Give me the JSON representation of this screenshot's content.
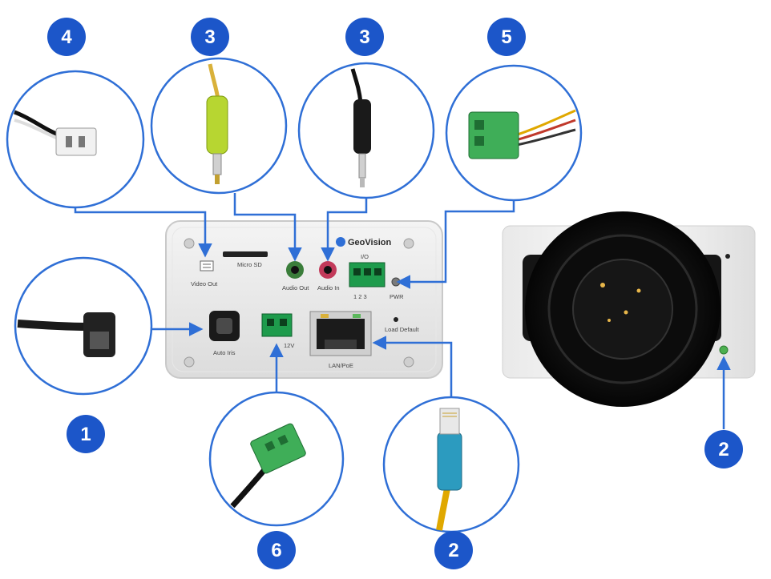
{
  "brand": {
    "name": "GeoVision",
    "accent": "#2f6fd6",
    "badge_color": "#1c56c9"
  },
  "panel_labels": {
    "video_out": "Video Out",
    "micro_sd": "Micro SD",
    "audio_out": "Audio Out",
    "audio_in": "Audio In",
    "dio": "I/O",
    "pwr": "PWR",
    "pins": "1  2  3",
    "auto_iris": "Auto Iris",
    "power": "12V",
    "load_default": "Load Default",
    "lan_poe": "LAN/PoE"
  },
  "callouts": [
    {
      "id": "video-out",
      "number": "4"
    },
    {
      "id": "audio-out",
      "number": "3"
    },
    {
      "id": "audio-in",
      "number": "3"
    },
    {
      "id": "dio",
      "number": "5"
    },
    {
      "id": "auto-iris",
      "number": "1"
    },
    {
      "id": "power",
      "number": "6"
    },
    {
      "id": "lan",
      "number": "2"
    },
    {
      "id": "led",
      "number": "2"
    }
  ]
}
